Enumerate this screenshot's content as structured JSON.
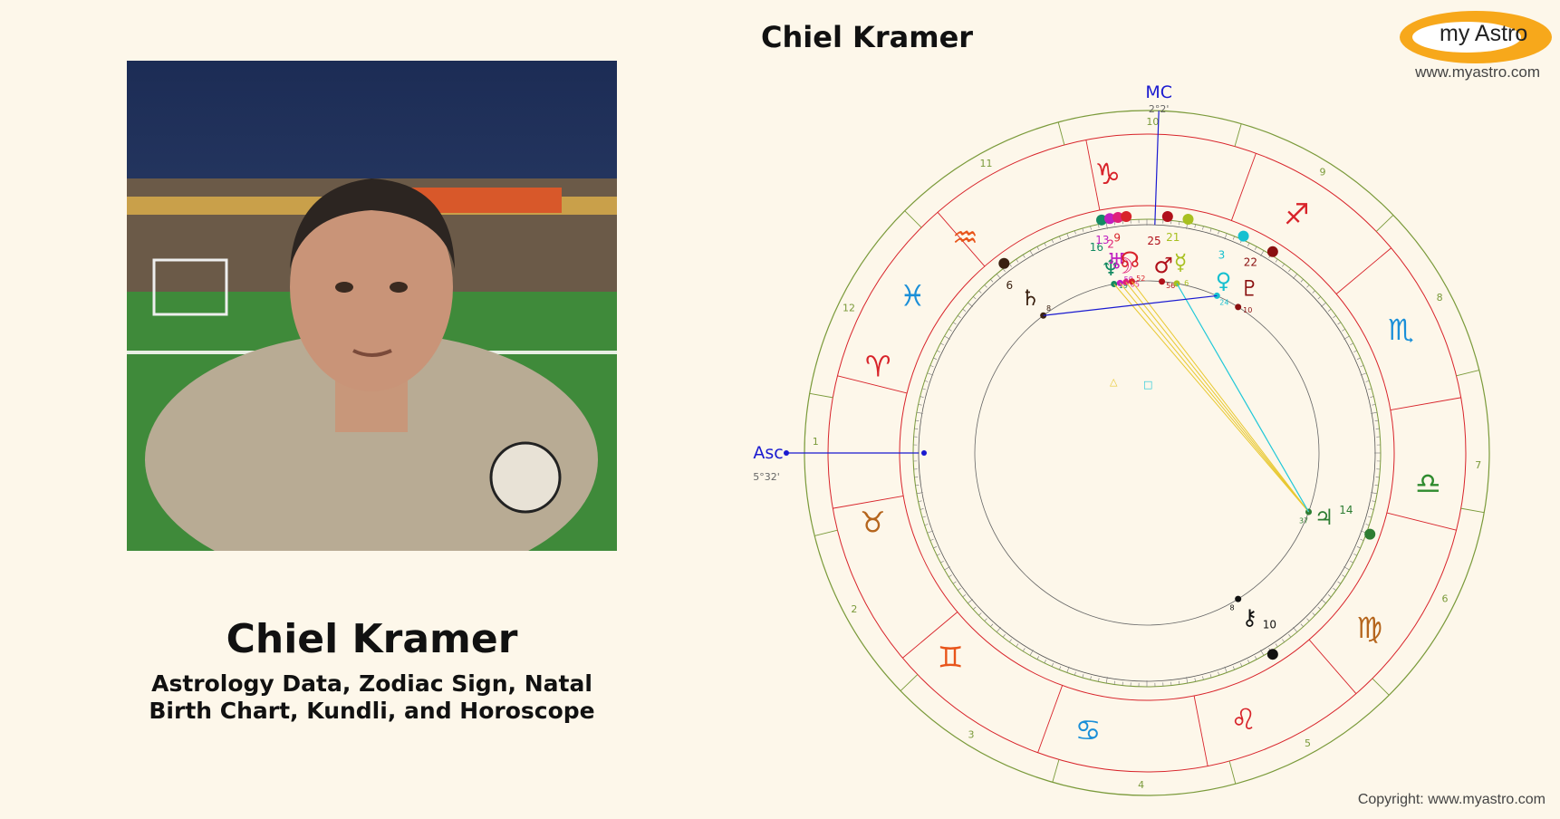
{
  "person": {
    "name": "Chiel Kramer",
    "subtitle_line1": "Astrology Data, Zodiac Sign, Natal",
    "subtitle_line2": "Birth Chart, Kundli, and Horoscope"
  },
  "header": {
    "chart_title": "Chiel Kramer",
    "logo_text": "my Astro",
    "site_url": "www.myastro.com"
  },
  "footer": {
    "copyright": "Copyright: www.myastro.com"
  },
  "colors": {
    "background": "#fdf7ea",
    "house_ring": "#7a9a3a",
    "sign_ring": "#d8232a",
    "axis": "#1a1ad0",
    "logo": "#f7a81b"
  },
  "chart": {
    "asc_label": "Asc",
    "asc_degree": "5°32'",
    "mc_label": "MC",
    "mc_degree": "2°2'",
    "house_numbers": [
      "1",
      "2",
      "3",
      "4",
      "5",
      "6",
      "7",
      "8",
      "9",
      "10",
      "11",
      "12"
    ],
    "signs": [
      {
        "glyph": "♈",
        "angle": 162,
        "color": "#d8232a"
      },
      {
        "glyph": "♉",
        "angle": 194,
        "color": "#b5651d"
      },
      {
        "glyph": "♊",
        "angle": 226,
        "color": "#e8541a"
      },
      {
        "glyph": "♋",
        "angle": 258,
        "color": "#1a8fd8"
      },
      {
        "glyph": "♌",
        "angle": 290,
        "color": "#d8232a"
      },
      {
        "glyph": "♍",
        "angle": 322,
        "color": "#b5651d"
      },
      {
        "glyph": "♎",
        "angle": 354,
        "color": "#2e8b2e"
      },
      {
        "glyph": "♏",
        "angle": 26,
        "color": "#1a8fd8"
      },
      {
        "glyph": "♐",
        "angle": 58,
        "color": "#d8232a"
      },
      {
        "glyph": "♑",
        "angle": 98,
        "color": "#d8232a"
      },
      {
        "glyph": "♒",
        "angle": 130,
        "color": "#e8541a"
      },
      {
        "glyph": "♓",
        "angle": 146,
        "color": "#1a8fd8"
      }
    ],
    "planets": [
      {
        "name": "Saturn",
        "glyph": "♄",
        "degree": "6",
        "minute": "8",
        "angle": 127,
        "color": "#3a2010"
      },
      {
        "name": "Neptune",
        "glyph": "♆",
        "degree": "16",
        "minute": "19",
        "angle": 101,
        "color": "#138a62"
      },
      {
        "name": "Uranus",
        "glyph": "♅",
        "degree": "13",
        "minute": "50",
        "angle": 99,
        "color": "#c020c0"
      },
      {
        "name": "Moon",
        "glyph": "☽",
        "degree": "2",
        "minute": "05",
        "angle": 97,
        "color": "#e0207a"
      },
      {
        "name": "North Node",
        "glyph": "☊",
        "degree": "9",
        "minute": "52",
        "angle": 95,
        "color": "#d8232a"
      },
      {
        "name": "Mars",
        "glyph": "♂",
        "degree": "25",
        "minute": "56",
        "angle": 85,
        "color": "#b0101a"
      },
      {
        "name": "Mercury",
        "glyph": "☿",
        "degree": "21",
        "minute": "6",
        "angle": 80,
        "color": "#a8c020"
      },
      {
        "name": "Venus",
        "glyph": "♀",
        "degree": "3",
        "minute": "24",
        "angle": 66,
        "color": "#16c0d0"
      },
      {
        "name": "Pluto",
        "glyph": "♇",
        "degree": "22",
        "minute": "10",
        "angle": 58,
        "color": "#8a1010"
      },
      {
        "name": "Jupiter",
        "glyph": "♃",
        "degree": "14",
        "minute": "37",
        "angle": 340,
        "color": "#2e7d32"
      },
      {
        "name": "Chiron",
        "glyph": "⚷",
        "degree": "10",
        "minute": "8",
        "angle": 302,
        "color": "#111111"
      }
    ]
  }
}
